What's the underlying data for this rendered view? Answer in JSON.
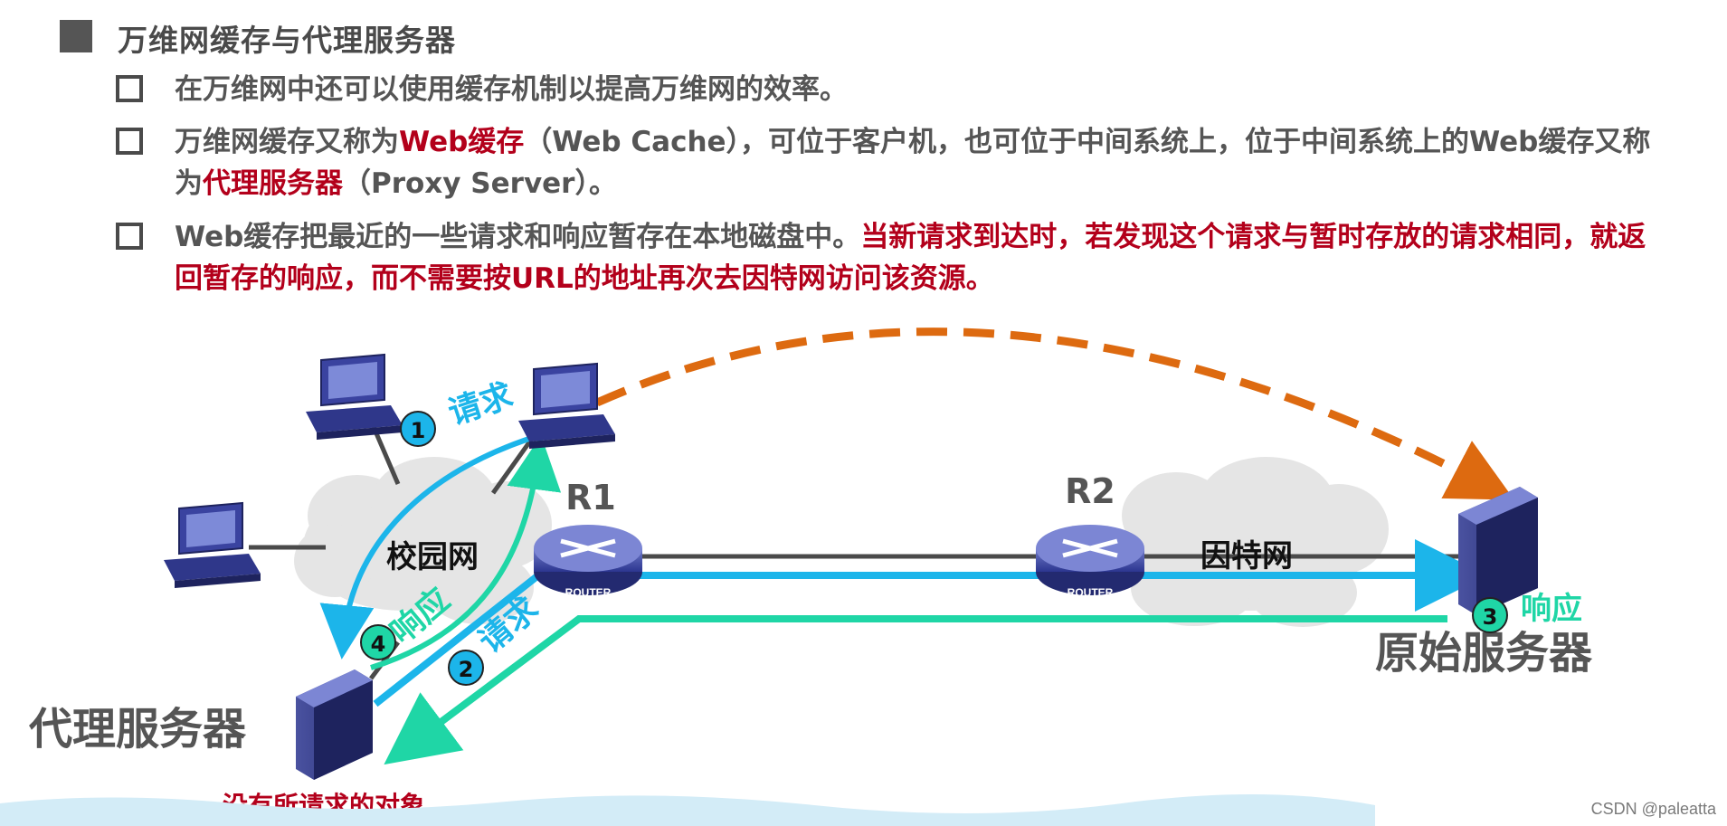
{
  "slide": {
    "heading": "万维网缓存与代理服务器",
    "bullets": [
      {
        "parts": [
          {
            "text": "在万维网中还可以使用缓存机制以提高万维网的效率。",
            "emphasis": false
          }
        ]
      },
      {
        "parts": [
          {
            "text": "万维网缓存又称为",
            "emphasis": false
          },
          {
            "text": "Web缓存",
            "emphasis": true
          },
          {
            "text": "（Web Cache），可位于客户机，也可位于中间系统上，位于中间系统上的Web缓存又称为",
            "emphasis": false
          },
          {
            "text": "代理服务器",
            "emphasis": true
          },
          {
            "text": "（Proxy Server）。",
            "emphasis": false
          }
        ]
      },
      {
        "parts": [
          {
            "text": "Web缓存把最近的一些请求和响应暂存在本地磁盘中。",
            "emphasis": false
          },
          {
            "text": "当新请求到达时，若发现这个请求与暂时存放的请求相同，就返回暂存的响应，而不需要按URL的地址再次去因特网访问该资源。",
            "emphasis": true
          }
        ]
      }
    ]
  },
  "diagram": {
    "campus_network_label": "校园网",
    "internet_label": "因特网",
    "router1_label": "R1",
    "router2_label": "R2",
    "router_caption": "ROUTER",
    "origin_server_label": "原始服务器",
    "proxy_server_label": "代理服务器",
    "proxy_note": "没有所请求的对象",
    "steps": [
      {
        "number": "1",
        "label": "请求"
      },
      {
        "number": "2",
        "label": "请求"
      },
      {
        "number": "3",
        "label": "响应"
      },
      {
        "number": "4",
        "label": "响应"
      }
    ]
  },
  "colors": {
    "emphasis_red": "#b3001b",
    "request_blue": "#1cb5ea",
    "response_teal": "#1fd6a6",
    "dashed_orange": "#dd6a10",
    "cloud_gray": "#e5e5e5"
  },
  "watermark": "CSDN @paleatta"
}
